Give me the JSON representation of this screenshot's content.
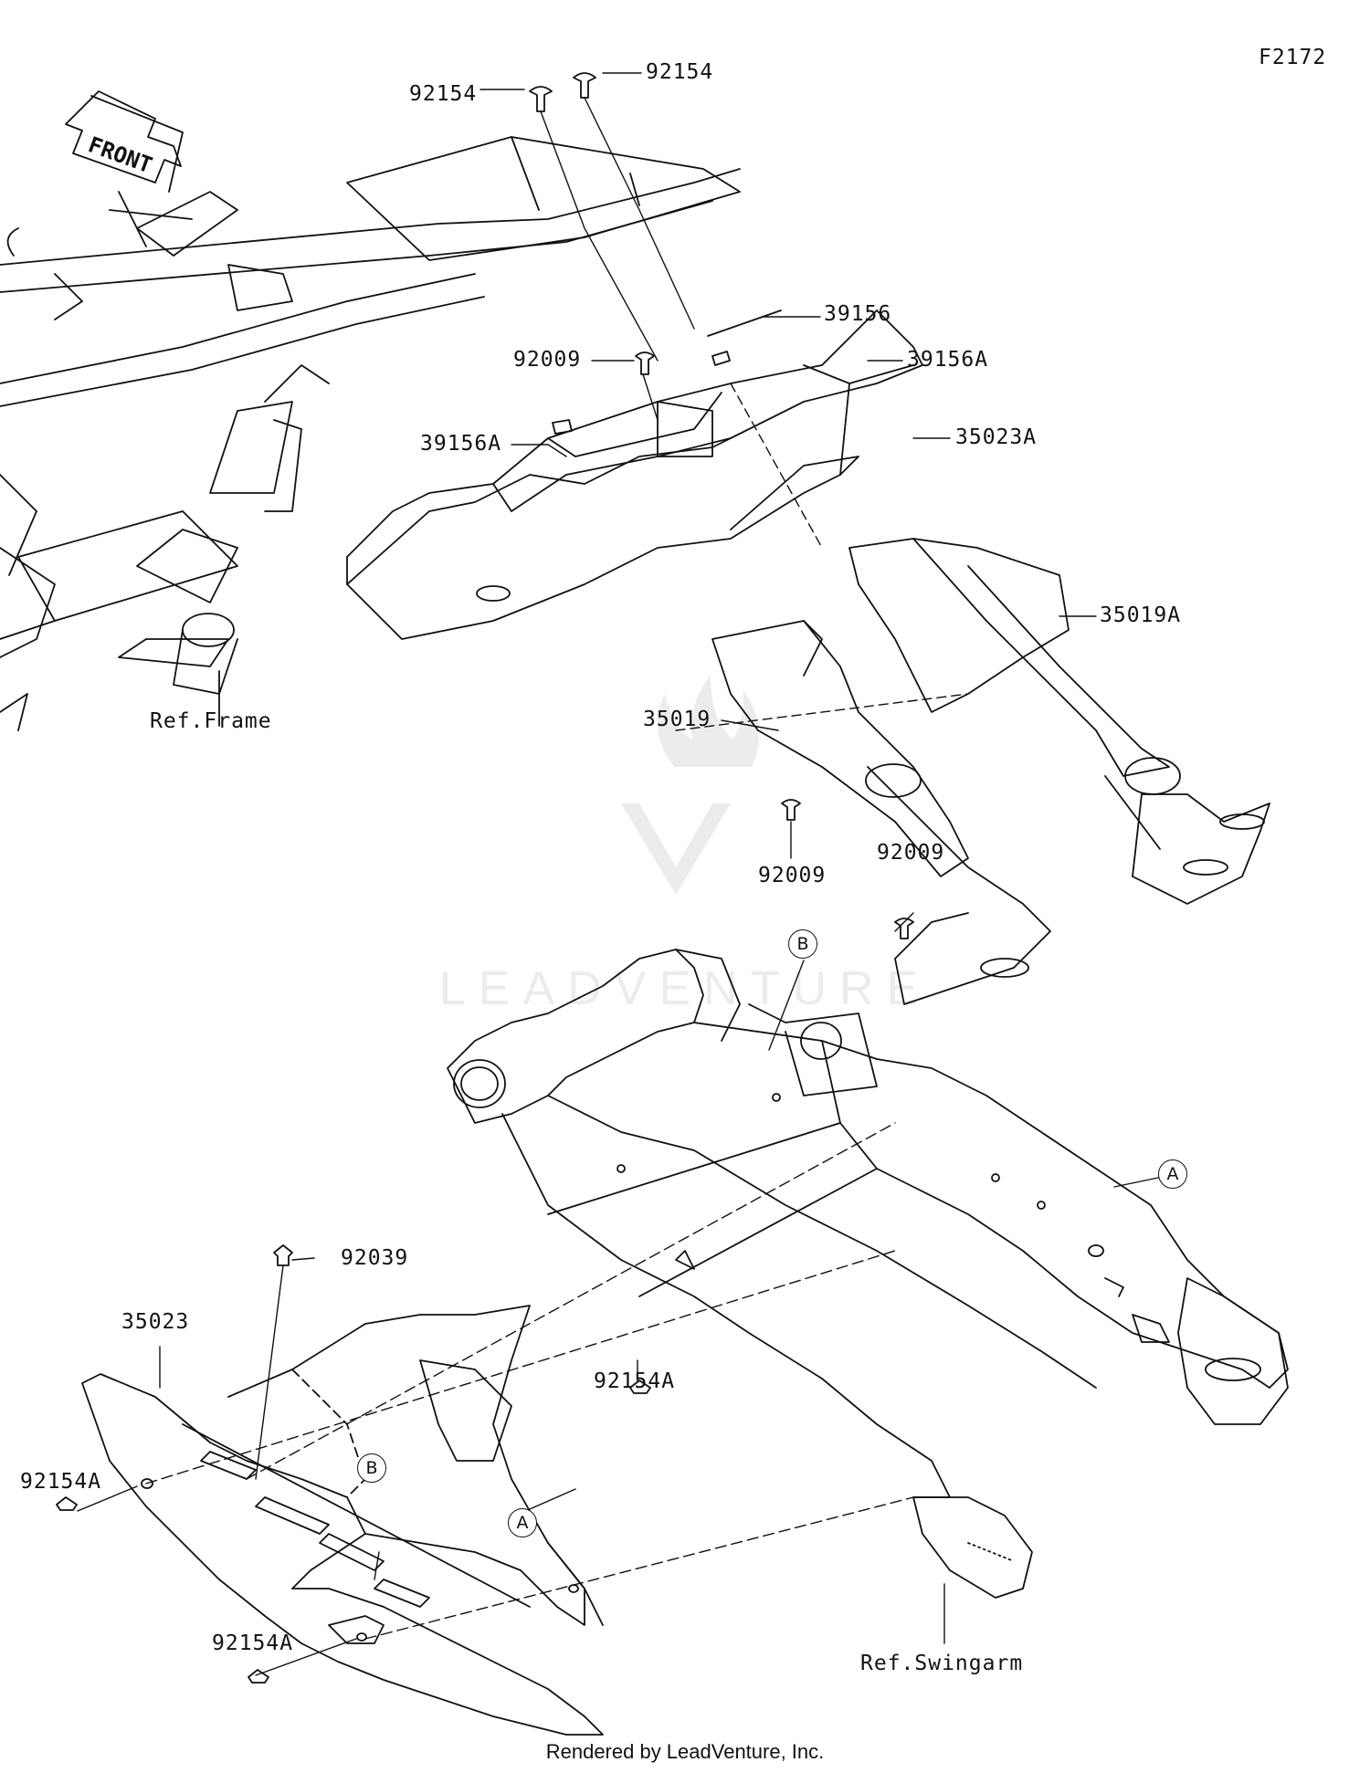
{
  "figure_code": "F2172",
  "front_arrow_label": "FRONT",
  "parts": {
    "p92154_left": "92154",
    "p92154_right": "92154",
    "p39156": "39156",
    "p39156A_right": "39156A",
    "p39156A_left": "39156A",
    "p92009_top": "92009",
    "p35023A": "35023A",
    "p35019A": "35019A",
    "p35019": "35019",
    "p92009_mid": "92009",
    "p92009_right": "92009",
    "p92039": "92039",
    "p35023": "35023",
    "p92154A_right": "92154A",
    "p92154A_left": "92154A",
    "p92154A_bottom": "92154A"
  },
  "refs": {
    "frame": "Ref.Frame",
    "swingarm": "Ref.Swingarm"
  },
  "callouts": {
    "b_top": "B",
    "a_right": "A",
    "b_cover": "B",
    "a_cover": "A"
  },
  "watermark": "LEADVENTURE",
  "caption": "Rendered by LeadVenture, Inc."
}
